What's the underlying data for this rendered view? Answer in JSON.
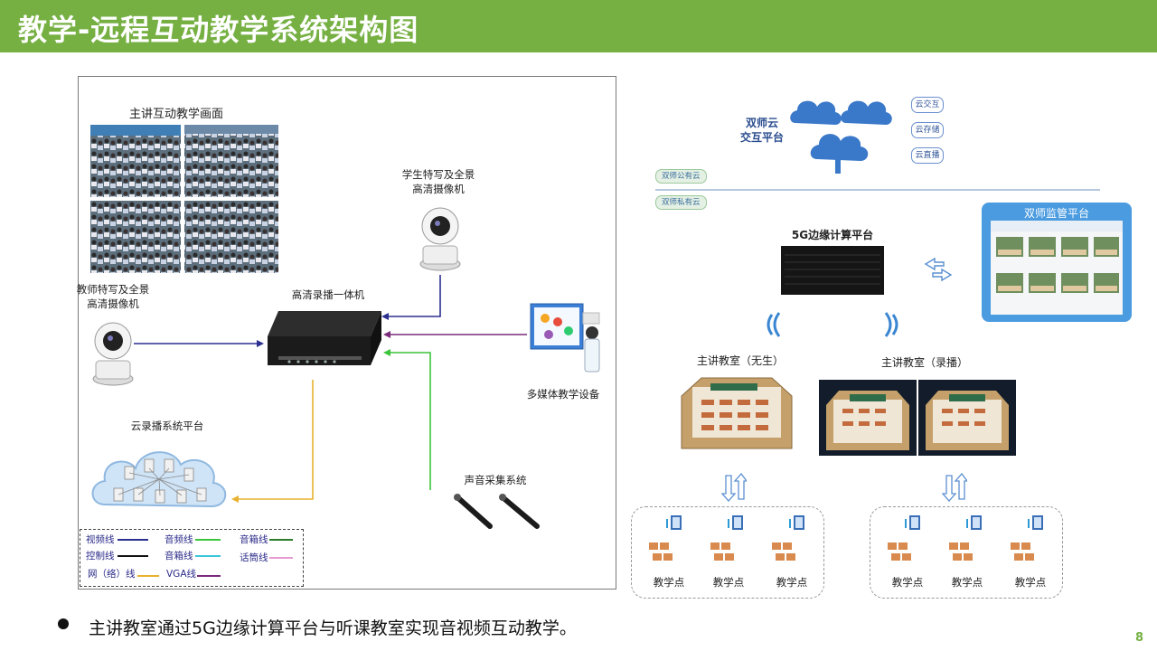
{
  "header": {
    "title": "教学-远程互动教学系统架构图"
  },
  "left": {
    "main_view_title": "主讲互动教学画面",
    "student_camera": "学生特写及全景\n高清摄像机",
    "teacher_camera": "教师特写及全景\n高清摄像机",
    "recorder": "高清录播一体机",
    "multimedia": "多媒体教学设备",
    "cloud_platform": "云录播系统平台",
    "audio": "声音采集系统"
  },
  "legend": [
    {
      "label": "视频线",
      "color": "#2b2f8f"
    },
    {
      "label": "控制线",
      "color": "#111111"
    },
    {
      "label": "网（络）线",
      "color": "#e8b230"
    },
    {
      "label": "音频线",
      "color": "#3cc43c"
    },
    {
      "label": "音箱线",
      "color": "#39c6d9"
    },
    {
      "label": "VGA线",
      "color": "#7a2a7a"
    },
    {
      "label": "音箱线",
      "color": "#2a7a2a"
    },
    {
      "label": "话筒线",
      "color": "#e89ad4"
    }
  ],
  "right": {
    "cloud_platform": "双师云\n交互平台",
    "cloud_tags": [
      "云交互",
      "云存储",
      "云直播"
    ],
    "public_cloud": "双师公有云",
    "private_cloud": "双师私有云",
    "edge_platform": "5G边缘计算平台",
    "monitor_platform": "双师监管平台",
    "class_no_students": "主讲教室（无生）",
    "class_recording": "主讲教室（录播）",
    "teaching_point": "教学点"
  },
  "bullet": "主讲教室通过5G边缘计算平台与听课教室实现音视频互动教学。",
  "page_number": "8",
  "colors": {
    "header": "#76b043",
    "video": "#2b2f8f",
    "vga": "#7a2a7a",
    "network": "#e8b230",
    "audio": "#3cc43c"
  }
}
